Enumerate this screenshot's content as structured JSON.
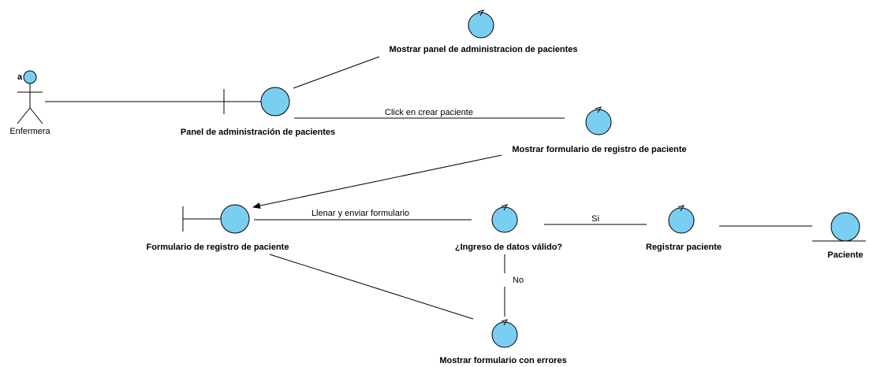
{
  "colors": {
    "node_fill": "#79CEF2",
    "stroke": "#000000",
    "background": "#FFFFFF"
  },
  "actor": {
    "label": "Enfermera",
    "tag": "a"
  },
  "nodes": {
    "panel_boundary": {
      "label": "Panel de administración de pacientes"
    },
    "mostrar_panel": {
      "label": "Mostrar panel de administracion de pacientes"
    },
    "mostrar_formulario": {
      "label": "Mostrar formulario de registro de paciente"
    },
    "formulario_boundary": {
      "label": "Formulario de registro de paciente"
    },
    "ingreso_valido": {
      "label": "¿Ingreso de datos válido?"
    },
    "registrar_paciente": {
      "label": "Registrar paciente"
    },
    "paciente_entity": {
      "label": "Paciente"
    },
    "mostrar_errores": {
      "label": "Mostrar formulario con errores"
    }
  },
  "edges": {
    "click_crear": "Click en crear paciente",
    "llenar_enviar": "Llenar y enviar formulario",
    "si": "Si",
    "no": "No"
  }
}
